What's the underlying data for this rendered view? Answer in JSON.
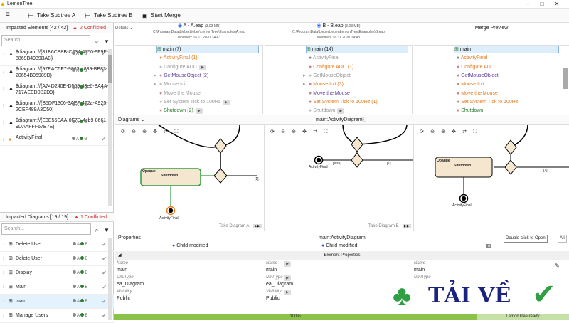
{
  "app": {
    "title": "LemonTree"
  },
  "window": {
    "minimize": "–",
    "maximize": "□",
    "close": "✕"
  },
  "toolbar": {
    "menu_icon": "hamburger-icon",
    "take_a": "Take Subtree A",
    "take_b": "Take Subtree B",
    "start_merge": "Start Merge"
  },
  "impacted_elements": {
    "title": "Impacted Elements [42 / 42]",
    "conflicted": "2 Conflicted",
    "search_placeholder": "Search...",
    "rows": [
      {
        "text": "$diagram://{81B6CB8B-C234-4750-9F9F-8869B4939BAB}",
        "status_a": "A",
        "status_b": "B"
      },
      {
        "text": "$diagram://{97EAC5F7-9863-4839-BB83-20654B05989D}",
        "status_a": "A",
        "status_b": "B"
      },
      {
        "text": "$diagram://{A74D240E-D569-43e6-BA4A-717AEED0B2D9}",
        "status_a": "A",
        "status_b": "B"
      },
      {
        "text": "$diagram://{B5DF1306-3AEF-472a-A925-2CEF489A3C50}",
        "status_a": "A",
        "status_b": "B"
      },
      {
        "text": "$diagram://{E3E56EAA-0F7D-4cb9-8661-9DAAFFF67E7E}",
        "status_a": "A",
        "status_b": "B"
      },
      {
        "text": "ActivityFinal",
        "status_a": "A",
        "status_b": "B"
      }
    ]
  },
  "impacted_diagrams": {
    "title": "Impacted Diagrams [19 / 19]",
    "conflicted": "1 Conflicted",
    "search_placeholder": "Search...",
    "rows": [
      {
        "text": "Delete User",
        "status_a": "A",
        "status_b": "B"
      },
      {
        "text": "Delete User",
        "status_a": "A",
        "status_b": "B"
      },
      {
        "text": "Display",
        "status_a": "A",
        "status_b": "B"
      },
      {
        "text": "Main",
        "status_a": "A",
        "status_b": "B"
      },
      {
        "text": "main",
        "status_a": "A",
        "status_b": "B"
      },
      {
        "text": "Manage Users",
        "status_a": "A",
        "status_b": "B"
      }
    ]
  },
  "details": {
    "label": "Details",
    "col_a": {
      "title": "A - A.eap",
      "size": "(3.03 MB)",
      "path": "C:\\ProgramData\\LieberLieber\\LemonTree\\Examples\\A.eap",
      "modified": "Modified: 16.11.2020 14:43"
    },
    "col_b": {
      "title": "B - B.eap",
      "size": "(3.03 MB)",
      "path": "C:\\ProgramData\\LieberLieber\\LemonTree\\Examples\\B.eap",
      "modified": "Modified: 16.11.2020 14:43"
    },
    "col_m": {
      "title": "Merge Preview"
    },
    "tree_a": [
      "main (7)",
      "ActivityFinal (1)",
      "Configure ADC",
      "GetMouseObject (2)",
      "Mouse Init",
      "Move the Mouse",
      "Set System Tick to 100Hz",
      "Shutdown (2)"
    ],
    "tree_b": [
      "main (14)",
      "ActivityFinal",
      "Configure ADC (1)",
      "GetMouseObject",
      "Mouse Init (3)",
      "Move the Mouse",
      "Set System Tick to 100Hz (1)",
      "Shutdown"
    ],
    "tree_m": [
      "main",
      "ActivityFinal",
      "Configure ADC",
      "GetMouseObject",
      "Mouse Init",
      "Move the Mouse",
      "Set System Tick to 100Hz",
      "Shutdown"
    ]
  },
  "diagrams": {
    "label": "Diagrams",
    "center_title": "main:ActivityDiagram",
    "take_a": "Take Diagram A",
    "take_b": "Take Diagram B",
    "opaque": "Opaque",
    "shutdown": "Shutdown",
    "activity_final": "ActivityFinal",
    "else": "[else]",
    "one": "[1]"
  },
  "properties": {
    "label": "Properties",
    "center_title": "main:ActivityDiagram",
    "child_modified": "Child modified",
    "element_properties": "Element Properties",
    "tooltip": "Double-click to Open",
    "all_label": "All",
    "fields": [
      {
        "label": "Name",
        "a": "main",
        "b": "main",
        "m": "main"
      },
      {
        "label": "UmlType",
        "a": "ea_Diagram",
        "b": "ea_Diagram",
        "m": ""
      },
      {
        "label": "Visibility",
        "a": "Public",
        "b": "Public",
        "m": ""
      }
    ]
  },
  "status": {
    "progress": "100%",
    "ready": "LemonTree ready"
  },
  "watermark": {
    "text": "TẢI VỀ"
  },
  "colors": {
    "accent": "#2962ff",
    "conflict": "#d32f2f",
    "progress": "#8bc34a",
    "shutdown_fill": "#f5e6cf"
  }
}
